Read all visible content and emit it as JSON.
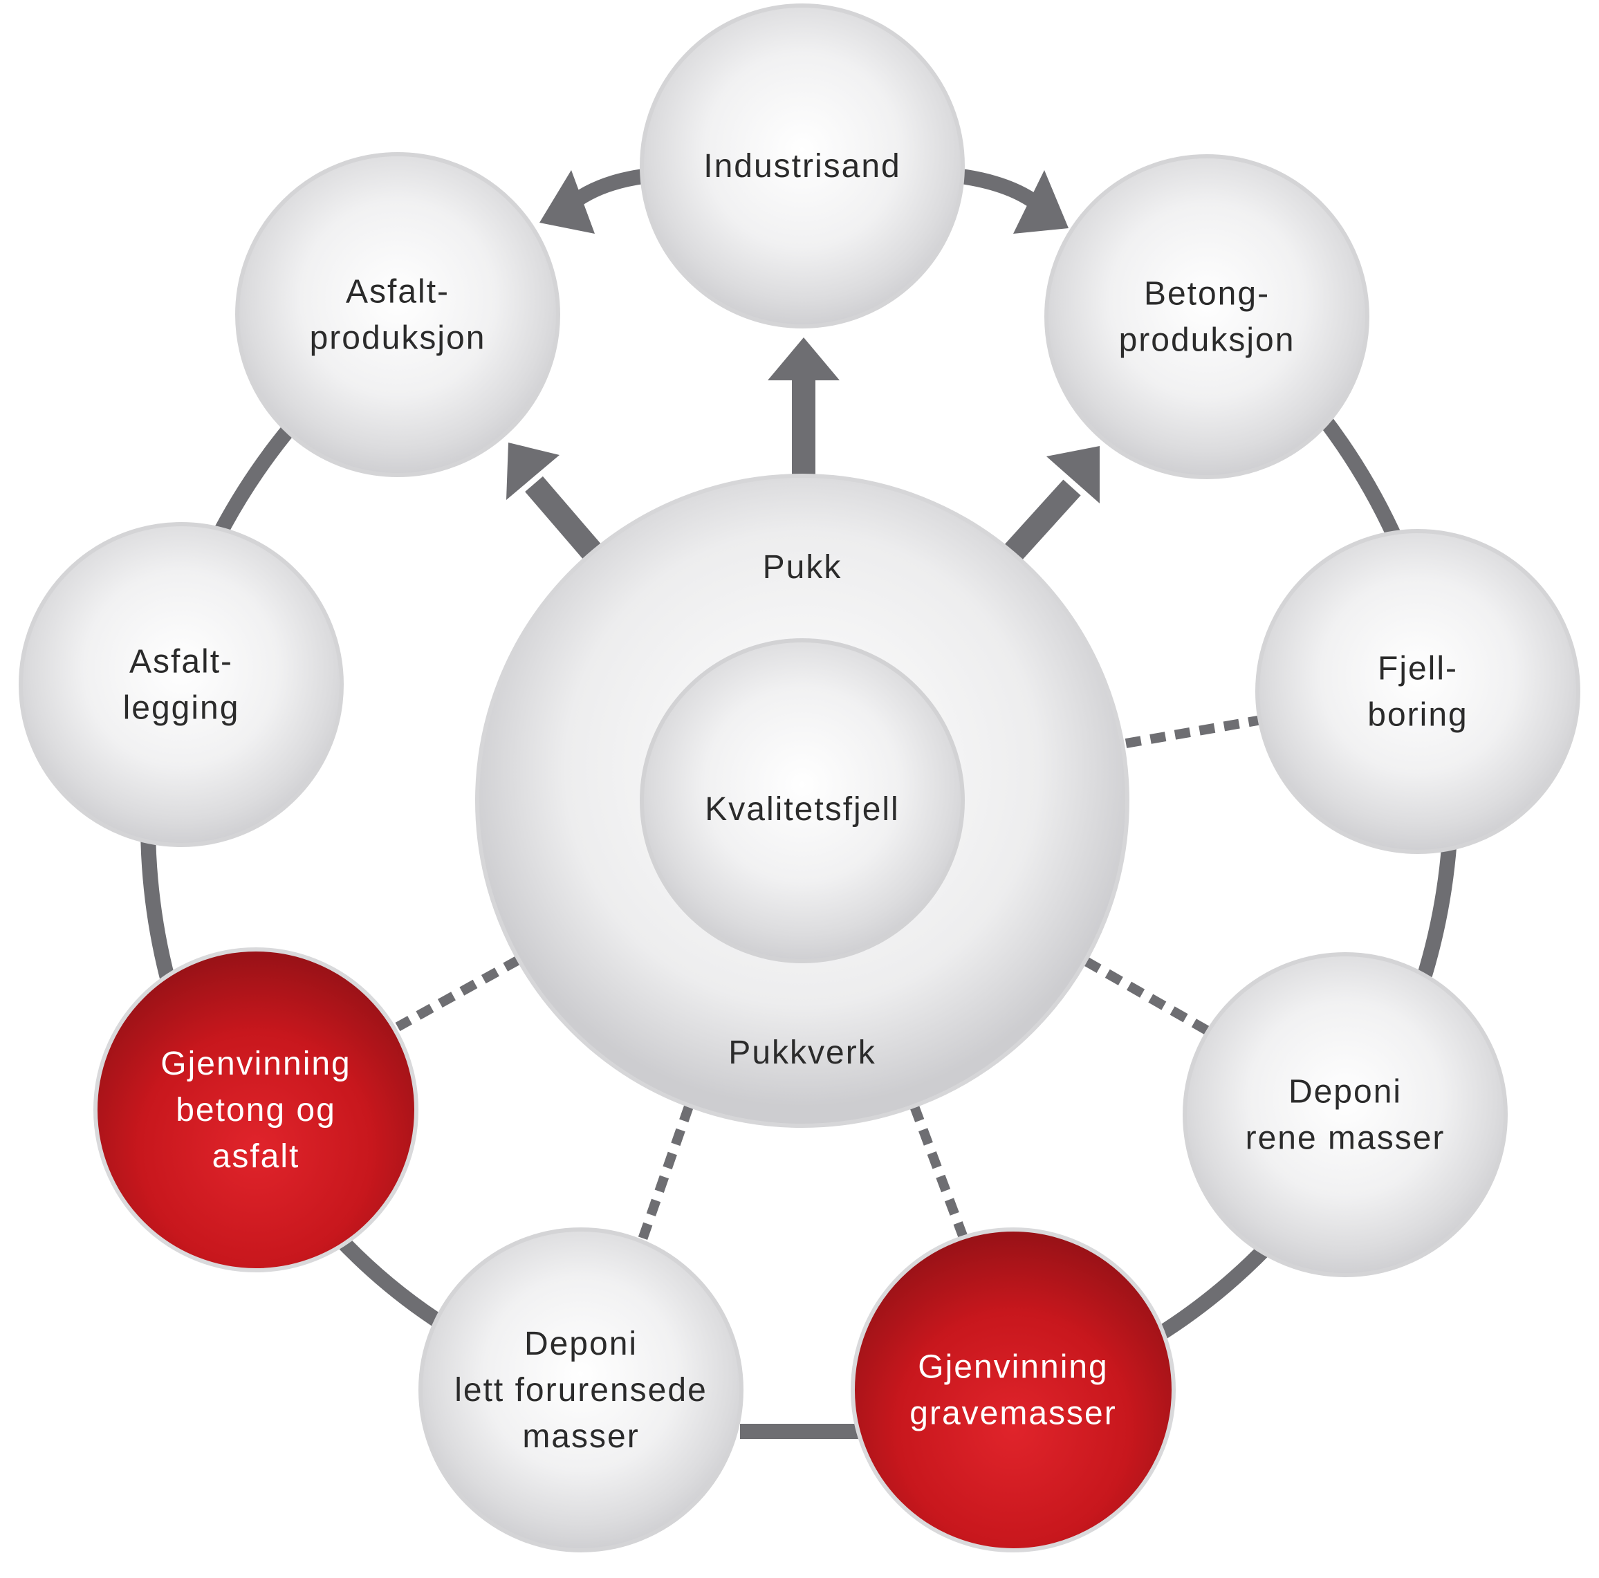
{
  "colors": {
    "ring": "#6e6e72",
    "connector": "#6e6e72",
    "node_white": "#f4f4f5",
    "node_red": "#c8171d",
    "text_dark": "#2b2b2b",
    "text_light": "#ffffff"
  },
  "center": {
    "outer_top_label": "Pukk",
    "outer_bottom_label": "Pukkverk",
    "inner_label": "Kvalitetsfjell"
  },
  "nodes": [
    {
      "id": "industrisand",
      "lines": [
        "Industrisand"
      ],
      "style": "white"
    },
    {
      "id": "betongproduksjon",
      "lines": [
        "Betong-",
        "produksjon"
      ],
      "style": "white"
    },
    {
      "id": "fjellboring",
      "lines": [
        "Fjell-",
        "boring"
      ],
      "style": "white"
    },
    {
      "id": "deponi-rene-masser",
      "lines": [
        "Deponi",
        "rene masser"
      ],
      "style": "white"
    },
    {
      "id": "gjenvinning-gravemasser",
      "lines": [
        "Gjenvinning",
        "gravemasser"
      ],
      "style": "red"
    },
    {
      "id": "deponi-lett-forurensede",
      "lines": [
        "Deponi",
        "lett forurensede",
        "masser"
      ],
      "style": "white"
    },
    {
      "id": "gjenvinning-betong-asfalt",
      "lines": [
        "Gjenvinning",
        "betong og",
        "asfalt"
      ],
      "style": "red"
    },
    {
      "id": "asfaltlegging",
      "lines": [
        "Asfalt-",
        "legging"
      ],
      "style": "white"
    },
    {
      "id": "asfaltproduksjon",
      "lines": [
        "Asfalt-",
        "produksjon"
      ],
      "style": "white"
    }
  ]
}
